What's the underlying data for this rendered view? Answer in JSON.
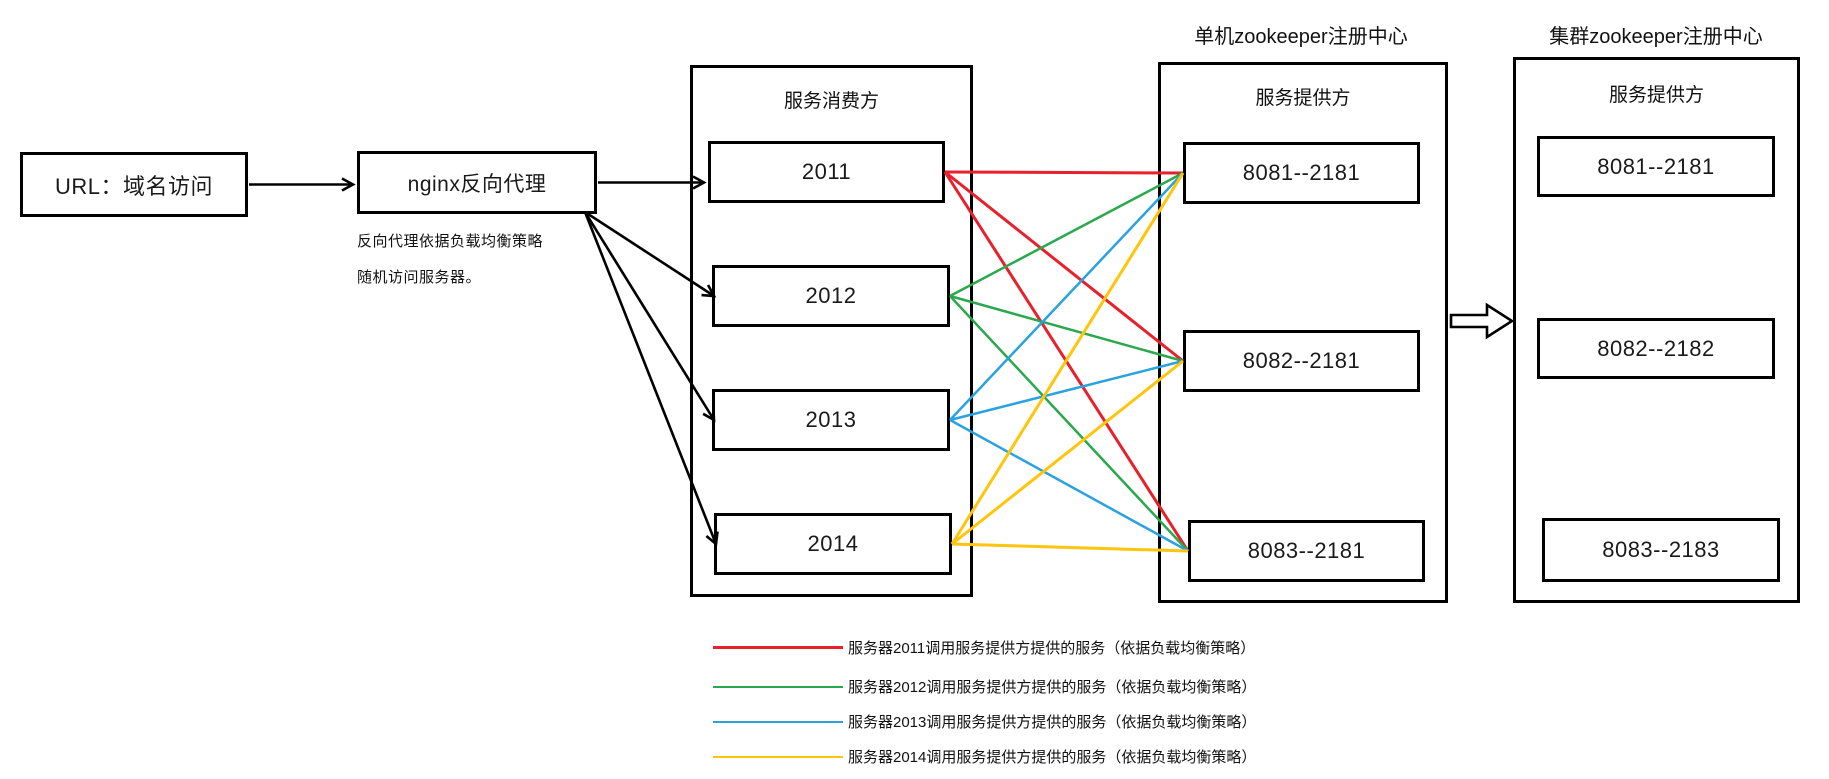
{
  "palette": {
    "red": "#e8202c",
    "green": "#2aa84e",
    "blue": "#29a2e0",
    "yellow": "#ffc50d",
    "black": "#000000"
  },
  "nodes": {
    "url_box": "URL：域名访问",
    "nginx_box": "nginx反向代理",
    "nginx_note_line1": "反向代理依据负载均衡策略",
    "nginx_note_line2": "随机访问服务器。",
    "consumer": {
      "title": "服务消费方",
      "items": [
        "2011",
        "2012",
        "2013",
        "2014"
      ]
    },
    "single_zk": {
      "heading": "单机zookeeper注册中心",
      "title": "服务提供方",
      "items": [
        "8081--2181",
        "8082--2181",
        "8083--2181"
      ]
    },
    "cluster_zk": {
      "heading": "集群zookeeper注册中心",
      "title": "服务提供方",
      "items": [
        "8081--2181",
        "8082--2182",
        "8083--2183"
      ]
    }
  },
  "legend": {
    "items": [
      {
        "color": "red",
        "label": "服务器2011调用服务提供方提供的服务（依据负载均衡策略）"
      },
      {
        "color": "green",
        "label": "服务器2012调用服务提供方提供的服务（依据负载均衡策略）"
      },
      {
        "color": "blue",
        "label": "服务器2013调用服务提供方提供的服务（依据负载均衡策略）"
      },
      {
        "color": "yellow",
        "label": "服务器2014调用服务提供方提供的服务（依据负载均衡策略）"
      }
    ]
  },
  "connections": {
    "black": [
      {
        "from": "url-box",
        "to": "nginx-box",
        "mode": "straight"
      },
      {
        "from": "nginx-box",
        "to": "consumer-2011",
        "mode": "straight"
      },
      {
        "from": "nginx-box",
        "to": "consumer-2012",
        "mode": "fan"
      },
      {
        "from": "nginx-box",
        "to": "consumer-2013",
        "mode": "fan"
      },
      {
        "from": "nginx-box",
        "to": "consumer-2014",
        "mode": "fan"
      }
    ],
    "colored": [
      {
        "from": "consumer-2011",
        "to": "single-8081",
        "color": "red"
      },
      {
        "from": "consumer-2011",
        "to": "single-8082",
        "color": "red"
      },
      {
        "from": "consumer-2011",
        "to": "single-8083",
        "color": "red"
      },
      {
        "from": "consumer-2012",
        "to": "single-8081",
        "color": "green"
      },
      {
        "from": "consumer-2012",
        "to": "single-8082",
        "color": "green"
      },
      {
        "from": "consumer-2012",
        "to": "single-8083",
        "color": "green"
      },
      {
        "from": "consumer-2013",
        "to": "single-8081",
        "color": "blue"
      },
      {
        "from": "consumer-2013",
        "to": "single-8082",
        "color": "blue"
      },
      {
        "from": "consumer-2013",
        "to": "single-8083",
        "color": "blue"
      },
      {
        "from": "consumer-2014",
        "to": "single-8081",
        "color": "yellow"
      },
      {
        "from": "consumer-2014",
        "to": "single-8082",
        "color": "yellow"
      },
      {
        "from": "consumer-2014",
        "to": "single-8083",
        "color": "yellow"
      }
    ]
  }
}
